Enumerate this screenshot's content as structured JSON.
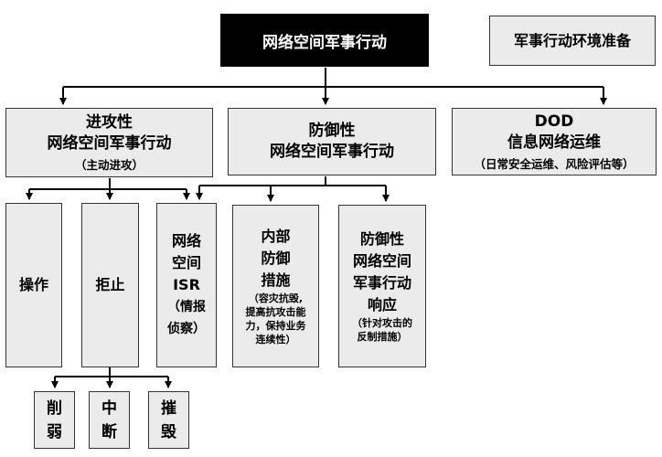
{
  "root": {
    "label": "网络空间军事行动"
  },
  "environment": {
    "label": "军事行动环境准备"
  },
  "offensive": {
    "line1": "进攻性",
    "line2": "网络空间军事行动",
    "sub": "（主动进攻）"
  },
  "defensive": {
    "line1": "防御性",
    "line2": "网络空间军事行动"
  },
  "dod": {
    "line1": "DOD",
    "line2": "信息网络运维",
    "sub": "（日常安全运维、风险评估等）"
  },
  "operation": {
    "label": "操作"
  },
  "deny": {
    "label": "拒止"
  },
  "isr": {
    "lines": [
      "网络",
      "空间",
      "ISR",
      "（情报",
      "侦察）"
    ]
  },
  "internal": {
    "lines": [
      "内部",
      "防御",
      "措施"
    ],
    "sub": [
      "（容灾抗毁,",
      "提高抗攻击能",
      "力，保持业务",
      "连续性）"
    ]
  },
  "response": {
    "lines": [
      "防御性",
      "网络空间",
      "军事行动",
      "响应"
    ],
    "sub": [
      "（针对攻击的",
      "反制措施）"
    ]
  },
  "degrade": {
    "lines": [
      "削",
      "弱"
    ]
  },
  "disrupt": {
    "lines": [
      "中",
      "断"
    ]
  },
  "destroy": {
    "lines": [
      "摧",
      "毁"
    ]
  }
}
